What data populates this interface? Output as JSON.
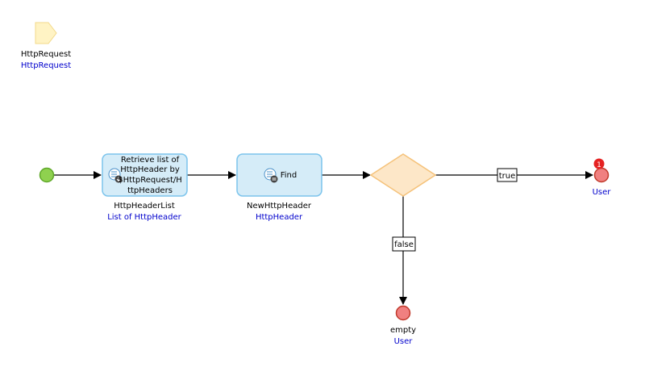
{
  "parameter": {
    "name": "HttpRequest",
    "type": "HttpRequest"
  },
  "retrieve_activity": {
    "caption_lines": [
      "Retrieve list of",
      "HttpHeader by",
      "$HttpRequest/H",
      "ttpHeaders"
    ],
    "output_name": "HttpHeaderList",
    "output_type": "List of HttpHeader"
  },
  "find_activity": {
    "caption": "Find",
    "output_name": "NewHttpHeader",
    "output_type": "HttpHeader"
  },
  "flows": {
    "true_label": "true",
    "false_label": "false"
  },
  "end_true": {
    "type": "User",
    "badge": "1"
  },
  "end_false": {
    "name": "empty",
    "type": "User"
  },
  "colors": {
    "start": "#8fd14f",
    "end": "#f08080",
    "activity_fill": "#d5ecf8",
    "activity_border": "#7cc4ec",
    "decision_fill": "#fde7c8",
    "decision_border": "#f5c27a",
    "parameter_fill": "#fff3c4",
    "link_text": "#0000cc"
  }
}
